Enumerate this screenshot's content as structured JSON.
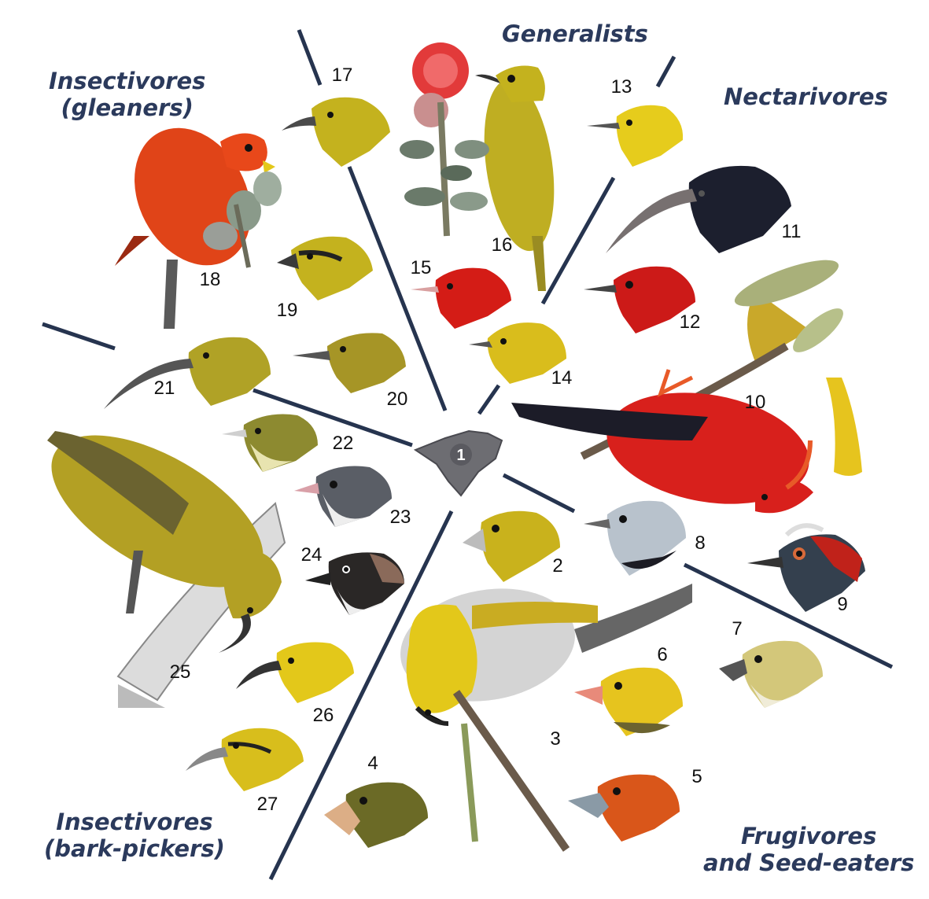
{
  "categories": {
    "generalists": "Generalists",
    "nectarivores": "Nectarivores",
    "insectivores_gleaners": [
      "Insectivores",
      "(gleaners)"
    ],
    "insectivores_bark_pickers": [
      "Insectivores",
      "(bark-pickers)"
    ],
    "frugivores_seed_eaters": [
      "Frugivores",
      "and Seed-eaters"
    ]
  },
  "center_label": "1",
  "birds": [
    {
      "id": "2",
      "color": "#c9b21c"
    },
    {
      "id": "3",
      "color": "#e3c81a"
    },
    {
      "id": "4",
      "color": "#6b6a26"
    },
    {
      "id": "5",
      "color": "#d9561a"
    },
    {
      "id": "6",
      "color": "#e6c41e"
    },
    {
      "id": "7",
      "color": "#d3c77a"
    },
    {
      "id": "8",
      "color": "#b8c2cc"
    },
    {
      "id": "9",
      "color": "#c0221a"
    },
    {
      "id": "10",
      "color": "#d8201c"
    },
    {
      "id": "11",
      "color": "#1c1f2e"
    },
    {
      "id": "12",
      "color": "#cc1a18"
    },
    {
      "id": "13",
      "color": "#e6cc1c"
    },
    {
      "id": "14",
      "color": "#d9bd1c"
    },
    {
      "id": "15",
      "color": "#d41c16"
    },
    {
      "id": "16",
      "color": "#bfae22"
    },
    {
      "id": "17",
      "color": "#c4b21e"
    },
    {
      "id": "18",
      "color": "#e04418"
    },
    {
      "id": "19",
      "color": "#c4b21e"
    },
    {
      "id": "20",
      "color": "#a69526"
    },
    {
      "id": "21",
      "color": "#b0a226"
    },
    {
      "id": "22",
      "color": "#8d8a30"
    },
    {
      "id": "23",
      "color": "#5a5e66"
    },
    {
      "id": "24",
      "color": "#2a2726"
    },
    {
      "id": "25",
      "color": "#b3a024"
    },
    {
      "id": "26",
      "color": "#e3c81a"
    },
    {
      "id": "27",
      "color": "#d8be1c"
    }
  ],
  "colors": {
    "label_text": "#2b3a5c",
    "divider": "#26344f",
    "center_silhouette": "#6d6d72"
  }
}
